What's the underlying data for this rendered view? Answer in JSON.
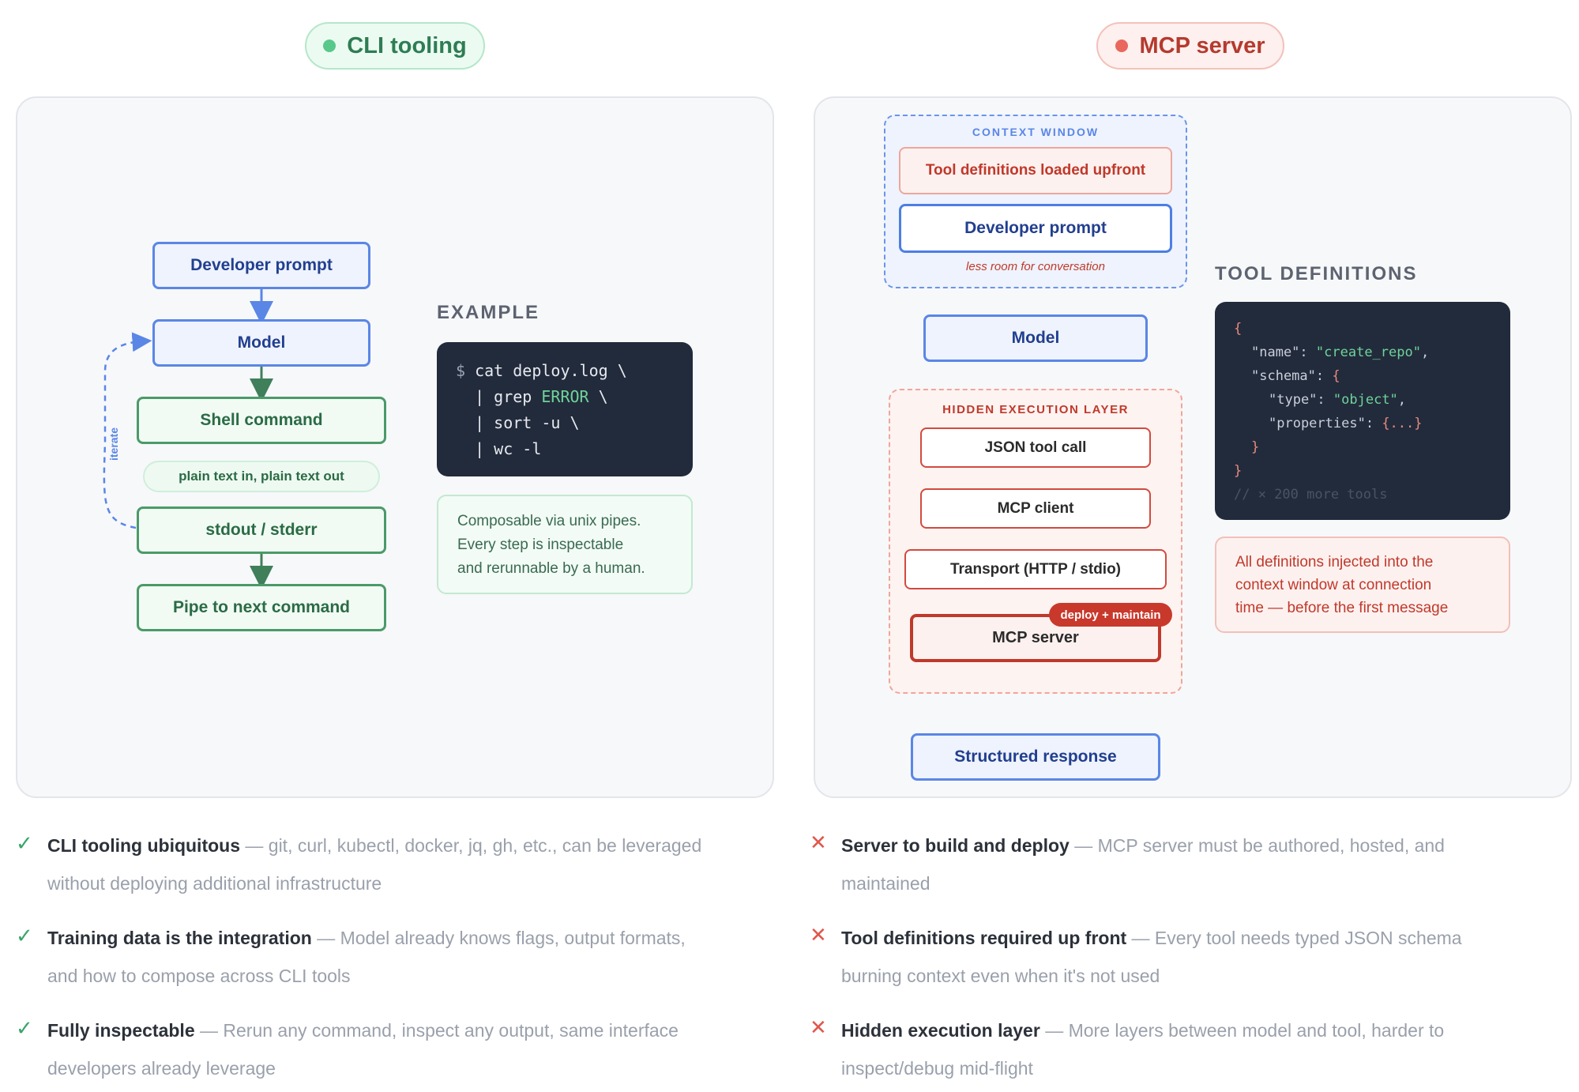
{
  "left": {
    "pill_label": "CLI tooling",
    "nodes": {
      "developer_prompt": "Developer prompt",
      "model": "Model",
      "shell_command": "Shell command",
      "plain_text": "plain text in, plain text out",
      "stdout": "stdout / stderr",
      "pipe": "Pipe to next command"
    },
    "iterate_label": "iterate",
    "example_heading": "EXAMPLE",
    "code": {
      "line1_prompt": "$ ",
      "line1": "cat deploy.log \\",
      "line2_pre": "  | grep ",
      "line2_hl": "ERROR",
      "line2_post": " \\",
      "line3": "  | sort -u \\",
      "line4": "  | wc -l"
    },
    "note": [
      "Composable via unix pipes.",
      "Every step is inspectable",
      "and rerunnable by a human."
    ]
  },
  "right": {
    "pill_label": "MCP server",
    "context_window_label": "CONTEXT WINDOW",
    "tool_defs_loaded": "Tool definitions loaded upfront",
    "developer_prompt": "Developer prompt",
    "less_room": "less room for conversation",
    "model": "Model",
    "hidden_layer_label": "HIDDEN EXECUTION LAYER",
    "json_tool_call": "JSON tool call",
    "mcp_client": "MCP client",
    "transport": "Transport (HTTP / stdio)",
    "deploy_badge": "deploy + maintain",
    "mcp_server": "MCP server",
    "structured_response": "Structured response",
    "tool_defs_heading": "TOOL DEFINITIONS",
    "code": {
      "open": "{",
      "name_key": "\"name\"",
      "name_val": "\"create_repo\"",
      "schema_key": "\"schema\"",
      "type_key": "\"type\"",
      "type_val": "\"object\"",
      "props_key": "\"properties\"",
      "props_val": "{...}",
      "inner_close": "}",
      "close": "}",
      "comment": "// × 200 more tools"
    },
    "note": [
      "All definitions injected into the",
      "context window at connection",
      "time — before the first message"
    ]
  },
  "pros": [
    {
      "title": "CLI tooling ubiquitous",
      "line1": " — git, curl, kubectl, docker, jq, gh, etc., can be leveraged",
      "line2": "without deploying additional infrastructure"
    },
    {
      "title": "Training data is the integration",
      "line1": " — Model already knows flags, output formats,",
      "line2": "and how to compose across CLI tools"
    },
    {
      "title": "Fully inspectable",
      "line1": " — Rerun any command, inspect any output, same interface",
      "line2": "developers already leverage"
    }
  ],
  "cons": [
    {
      "title": "Server to build and deploy",
      "line1": " — MCP server must be authored, hosted, and",
      "line2": "maintained"
    },
    {
      "title": "Tool definitions required up front",
      "line1": " — Every tool needs typed JSON schema",
      "line2": "burning context even when it's not used"
    },
    {
      "title": "Hidden execution layer",
      "line1": " — More layers between model and tool, harder to",
      "line2": "inspect/debug mid-flight"
    }
  ],
  "colors": {
    "green_accent": "#4b9a69",
    "blue_accent": "#5a86e6",
    "red_accent": "#d24a3f",
    "code_bg": "#222b3b"
  }
}
